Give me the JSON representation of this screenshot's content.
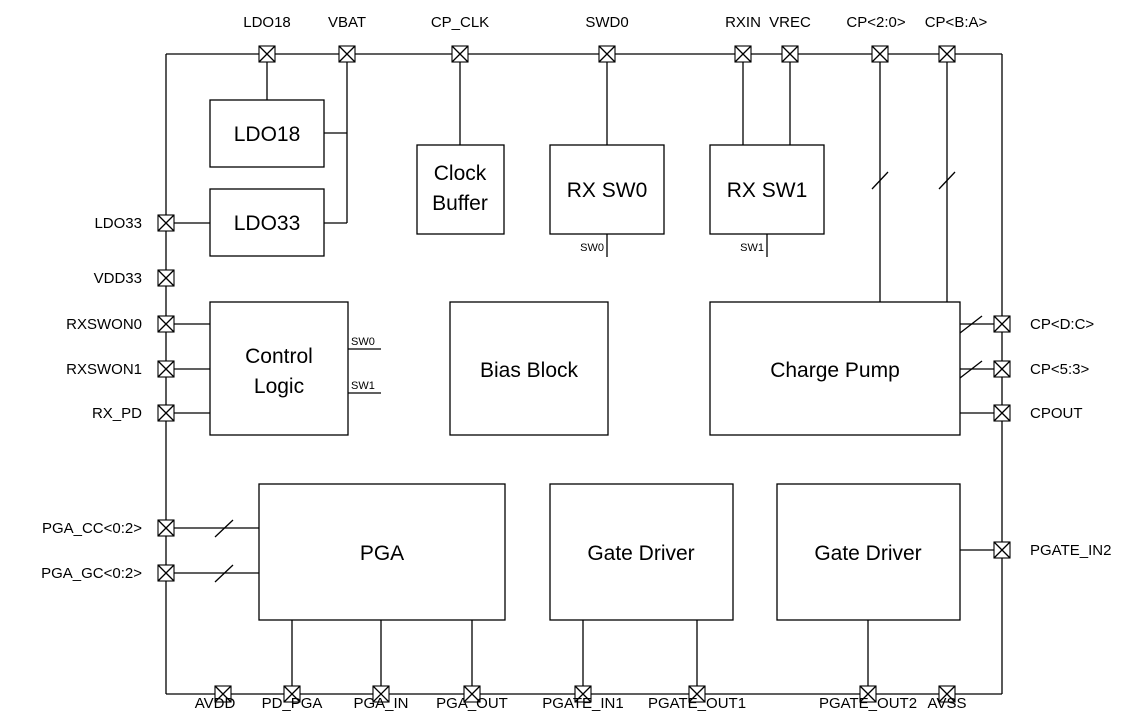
{
  "pins": {
    "top": [
      "LDO18",
      "VBAT",
      "CP_CLK",
      "SWD0",
      "RXIN",
      "VREC",
      "CP<2:0>",
      "CP<B:A>"
    ],
    "left": [
      "LDO33",
      "VDD33",
      "RXSWON0",
      "RXSWON1",
      "RX_PD",
      "PGA_CC<0:2>",
      "PGA_GC<0:2>"
    ],
    "right": [
      "CP<D:C>",
      "CP<5:3>",
      "CPOUT",
      "PGATE_IN2"
    ],
    "bottom": [
      "AVDD",
      "PD_PGA",
      "PGA_IN",
      "PGA_OUT",
      "PGATE_IN1",
      "PGATE_OUT1",
      "PGATE_OUT2",
      "AVSS"
    ]
  },
  "blocks": {
    "ldo18": [
      "LDO18"
    ],
    "ldo33": [
      "LDO33"
    ],
    "clock_buffer": [
      "Clock",
      "Buffer"
    ],
    "rx_sw0": [
      "RX SW0"
    ],
    "rx_sw1": [
      "RX SW1"
    ],
    "control_logic": [
      "Control",
      "Logic"
    ],
    "bias_block": [
      "Bias Block"
    ],
    "charge_pump": [
      "Charge Pump"
    ],
    "pga": [
      "PGA"
    ],
    "gate_driver_1": [
      "Gate Driver"
    ],
    "gate_driver_2": [
      "Gate Driver"
    ]
  },
  "signals": {
    "sw0_out": "SW0",
    "sw1_out": "SW1",
    "ctrl_sw0": "SW0",
    "ctrl_sw1": "SW1"
  }
}
